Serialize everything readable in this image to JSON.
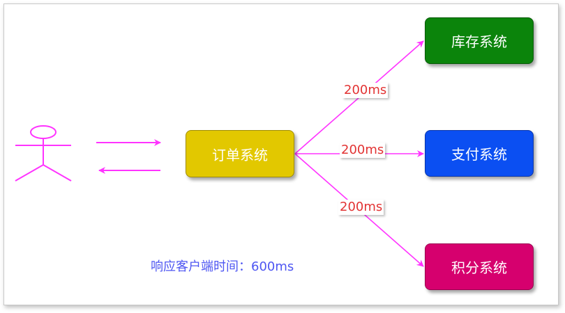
{
  "nodes": {
    "order": "订单系统",
    "inventory": "库存系统",
    "payment": "支付系统",
    "points": "积分系统"
  },
  "edges": {
    "inventory_label": "200ms",
    "payment_label": "200ms",
    "points_label": "200ms"
  },
  "note": "响应客户端时间：600ms",
  "colors": {
    "arrow": "#ff33ff",
    "actor": "#ff33ff",
    "order_fill": "#e2c800",
    "inventory_fill": "#0b840b",
    "payment_fill": "#0b4ff2",
    "points_fill": "#d6006e",
    "edge_label_text": "#e23333",
    "note_text": "#4e56f2"
  }
}
